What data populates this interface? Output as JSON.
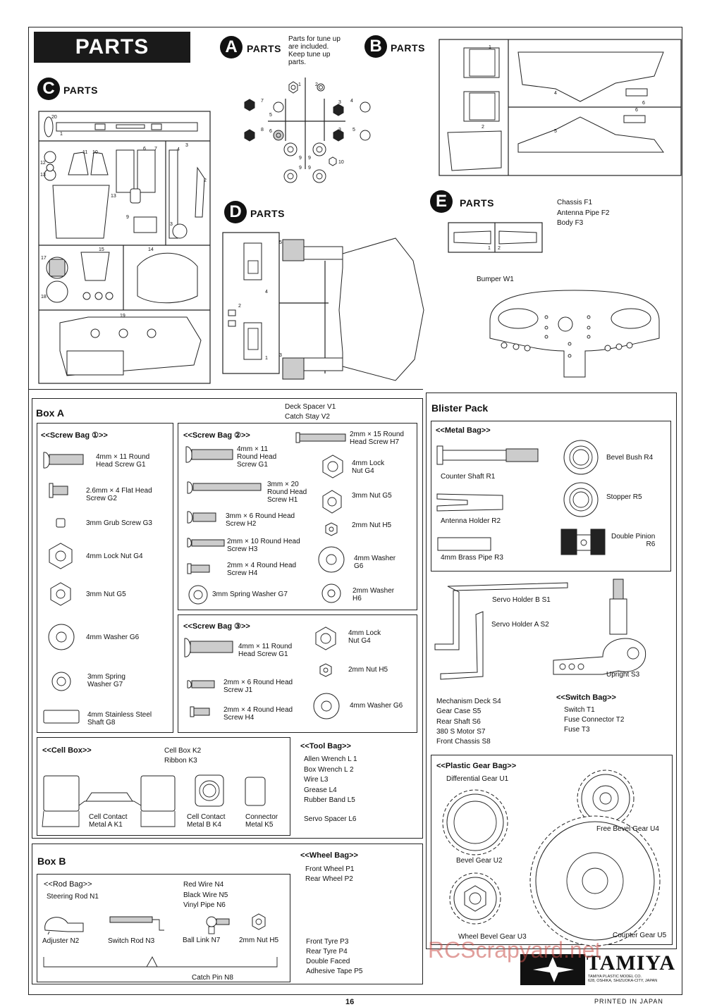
{
  "title": "PARTS",
  "sprues": {
    "A": {
      "letter": "A",
      "label": "PARTS",
      "note": "Parts for tune up\nare included.\nKeep tune up\nparts."
    },
    "B": {
      "letter": "B",
      "label": "PARTS"
    },
    "C": {
      "letter": "C",
      "label": "PARTS"
    },
    "D": {
      "letter": "D",
      "label": "PARTS"
    },
    "E": {
      "letter": "E",
      "label": "PARTS",
      "list": "Chassis   F1\nAntenna Pipe   F2\nBody   F3"
    },
    "bumper": "Bumper   W1"
  },
  "boxA": {
    "title": "Box A",
    "deck": "Deck Spacer   V1\nCatch Stay   V2",
    "screwBag1": {
      "title": "<<Screw Bag ①>>",
      "items": [
        "4mm × 11 Round\nHead Screw   G1",
        "2.6mm × 4 Flat Head\nScrew   G2",
        "3mm Grub Screw   G3",
        "4mm Lock Nut   G4",
        "3mm Nut   G5",
        "4mm Washer   G6",
        "3mm Spring\nWasher   G7",
        "4mm Stainless Steel\nShaft   G8"
      ]
    },
    "screwBag2": {
      "title": "<<Screw Bag ②>>",
      "left": [
        "4mm × 11\nRound Head\nScrew   G1",
        "3mm × 20\nRound Head\nScrew   H1",
        "3mm × 6 Round Head\nScrew   H2",
        "2mm × 10 Round Head\nScrew   H3",
        "2mm × 4 Round Head\nScrew   H4",
        "3mm Spring Washer   G7"
      ],
      "right": [
        "2mm × 15 Round\nHead Screw   H7",
        "4mm Lock\nNut   G4",
        "3mm Nut   G5",
        "2mm Nut   H5",
        "4mm Washer\nG6",
        "2mm Washer\nH6"
      ]
    },
    "screwBag3": {
      "title": "<<Screw Bag ③>>",
      "left": [
        "4mm × 11 Round\nHead Screw   G1",
        "2mm × 6 Round Head\nScrew   J1",
        "2mm × 4 Round Head\nScrew   H4"
      ],
      "right": [
        "4mm Lock\nNut   G4",
        "2mm Nut   H5",
        "4mm Washer   G6"
      ]
    },
    "cellBox": {
      "title": "<<Cell Box>>",
      "header": "Cell Box   K2\nRibbon   K3",
      "items": [
        "Cell Contact\nMetal A   K1",
        "Cell Contact\nMetal B   K4",
        "Connector\nMetal   K5"
      ]
    },
    "toolBag": {
      "title": "<<Tool Bag>>",
      "items": "Allen Wrench   L 1\nBox Wrench   L 2\nWire   L3\nGrease   L4\nRubber Band   L5",
      "servo": "Servo Spacer   L6"
    }
  },
  "boxB": {
    "title": "Box B",
    "rodBag": {
      "title": "<<Rod Bag>>",
      "steering": "Steering Rod   N1",
      "wires": "Red Wire   N4\nBlack Wire   N5\nVinyl Pipe   N6",
      "items": [
        "Adjuster   N2",
        "Switch Rod   N3",
        "Ball Link   N7",
        "2mm Nut   H5"
      ],
      "catch": "Catch Pin   N8"
    },
    "wheelBag": {
      "title": "<<Wheel Bag>>",
      "wheels": "Front Wheel   P1\nRear Wheel   P2",
      "tyres": "Front Tyre   P3\nRear Tyre   P4\nDouble Faced\nAdhesive Tape   P5"
    }
  },
  "blister": {
    "title": "Blister Pack",
    "metalBag": {
      "title": "<<Metal Bag>>",
      "items": [
        "Counter Shaft   R1",
        "Antenna Holder   R2",
        "4mm Brass Pipe   R3",
        "Bevel Bush   R4",
        "Stopper   R5",
        "Double Pinion\nR6"
      ]
    },
    "servoB": "Servo Holder B   S1",
    "servoA": "Servo Holder A   S2",
    "upright": "Upright   S3",
    "mech": "Mechanism Deck   S4\nGear Case   S5\nRear Shaft   S6\n380 S Motor   S7\nFront Chassis   S8",
    "switchBag": {
      "title": "<<Switch Bag>>",
      "items": "Switch   T1\nFuse Connector   T2\nFuse   T3"
    },
    "gearBag": {
      "title": "<<Plastic Gear Bag>>",
      "items": [
        "Differential Gear   U1",
        "Bevel Gear   U2",
        "Wheel Bevel Gear   U3",
        "Free Bevel Gear   U4",
        "Counter Gear U5"
      ]
    }
  },
  "footer": {
    "brand": "TAMIYA",
    "brandSub": "TAMIYA PLASTIC MODEL CO.\n628, OSHIKA, SHIZUOKA-CITY, JAPAN",
    "page": "16",
    "printed": "PRINTED IN JAPAN",
    "watermark": "RCScrapyard.net"
  },
  "colors": {
    "ink": "#111111",
    "paper": "#ffffff",
    "watermark": "#c9504a"
  }
}
